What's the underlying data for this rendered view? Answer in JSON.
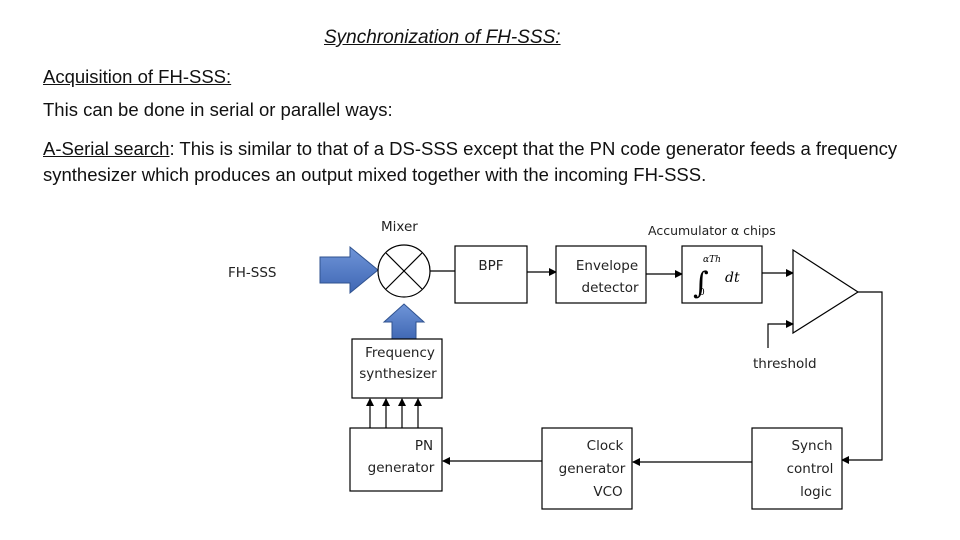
{
  "heading": {
    "title": "Synchronization of FH-SSS:",
    "acquisition": "Acquisition of FH-SSS:",
    "line1": "This can be done in serial or parallel ways:",
    "serial_label": "A-Serial search",
    "serial_text": ": This is similar to that of a DS-SSS except that the PN code generator feeds a frequency synthesizer which produces an output mixed together with the incoming FH-SSS."
  },
  "diagram": {
    "input_label": "FH-SSS",
    "mixer_label": "Mixer",
    "accumulator_label": "Accumulator α chips",
    "bpf_label": "BPF",
    "envelope_line1": "Envelope",
    "envelope_line2": "detector",
    "integral_upper": "αTh",
    "integral_lower": "0",
    "integral_dt": "dt",
    "threshold_label": "threshold",
    "freq_line1": "Frequency",
    "freq_line2": "synthesizer",
    "pn_line1": "PN",
    "pn_line2": "generator",
    "clock_line1": "Clock",
    "clock_line2": "generator",
    "clock_line3": "VCO",
    "synch_line1": "Synch",
    "synch_line2": "control",
    "synch_line3": "logic",
    "arrow_color": "#4472c4"
  }
}
